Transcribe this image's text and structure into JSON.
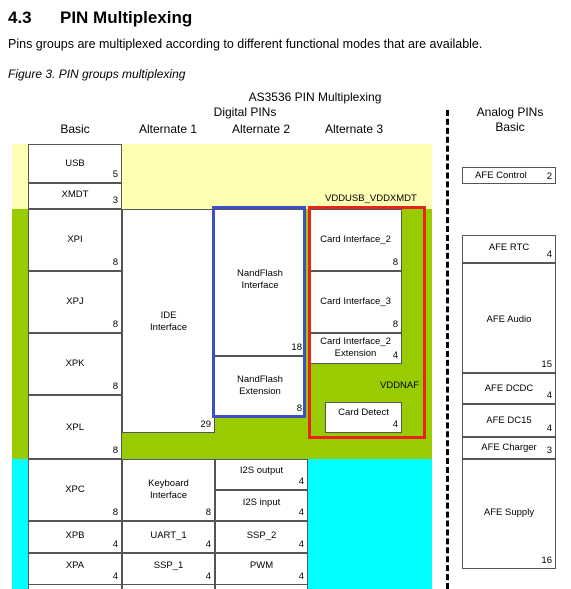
{
  "section": {
    "number": "4.3",
    "title": "PIN Multiplexing"
  },
  "intro": "Pins groups are multiplexed according to different functional modes that are available.",
  "figure_caption": "Figure 3.  PIN groups multiplexing",
  "diagram": {
    "title": "AS3536 PIN Multiplexing",
    "digital_heading": "Digital PINs",
    "analog_heading_line1": "Analog PINs",
    "analog_heading_line2": "Basic",
    "columns": {
      "basic": "Basic",
      "alt1": "Alternate 1",
      "alt2": "Alternate 2",
      "alt3": "Alternate 3"
    },
    "supply_labels": {
      "vddusb": "VDDUSB_VDDXMDT",
      "vddnaf": "VDDNAF"
    },
    "colors": {
      "yellow_zone": "#ffffb3",
      "green_zone": "#99cc00",
      "cyan_zone": "#00ffff",
      "nand_box": "#3c4fc4",
      "card_box": "#e8221c"
    },
    "basic_pins": [
      {
        "name": "USB",
        "count": "5"
      },
      {
        "name": "XMDT",
        "count": "3"
      },
      {
        "name": "XPI",
        "count": "8"
      },
      {
        "name": "XPJ",
        "count": "8"
      },
      {
        "name": "XPK",
        "count": "8"
      },
      {
        "name": "XPL",
        "count": "8"
      },
      {
        "name": "XPC",
        "count": "8"
      },
      {
        "name": "XPB",
        "count": "4"
      },
      {
        "name": "XPA",
        "count": "4"
      }
    ],
    "alt1": [
      {
        "name": "IDE\nInterface",
        "count": "29"
      },
      {
        "name": "Keyboard\nInterface",
        "count": "8"
      },
      {
        "name": "UART_1",
        "count": "4"
      },
      {
        "name": "SSP_1",
        "count": "4"
      }
    ],
    "alt2": [
      {
        "name": "NandFlash\nInterface",
        "count": "18"
      },
      {
        "name": "NandFlash\nExtension",
        "count": "8"
      },
      {
        "name": "I2S output",
        "count": "4"
      },
      {
        "name": "I2S input",
        "count": "4"
      },
      {
        "name": "SSP_2",
        "count": "4"
      },
      {
        "name": "PWM",
        "count": "4"
      }
    ],
    "alt3": [
      {
        "name": "Card Interface_2",
        "count": "8"
      },
      {
        "name": "Card Interface_3",
        "count": "8"
      },
      {
        "name": "Card Interface_2\nExtension",
        "count": "4"
      },
      {
        "name": "Card Detect",
        "count": "4"
      }
    ],
    "analog": [
      {
        "name": "AFE Control",
        "count": "2"
      },
      {
        "name": "AFE RTC",
        "count": "4"
      },
      {
        "name": "AFE Audio",
        "count": "15"
      },
      {
        "name": "AFE DCDC",
        "count": "4"
      },
      {
        "name": "AFE DC15",
        "count": "4"
      },
      {
        "name": "AFE Charger",
        "count": "3"
      },
      {
        "name": "AFE Supply",
        "count": "16"
      }
    ]
  }
}
